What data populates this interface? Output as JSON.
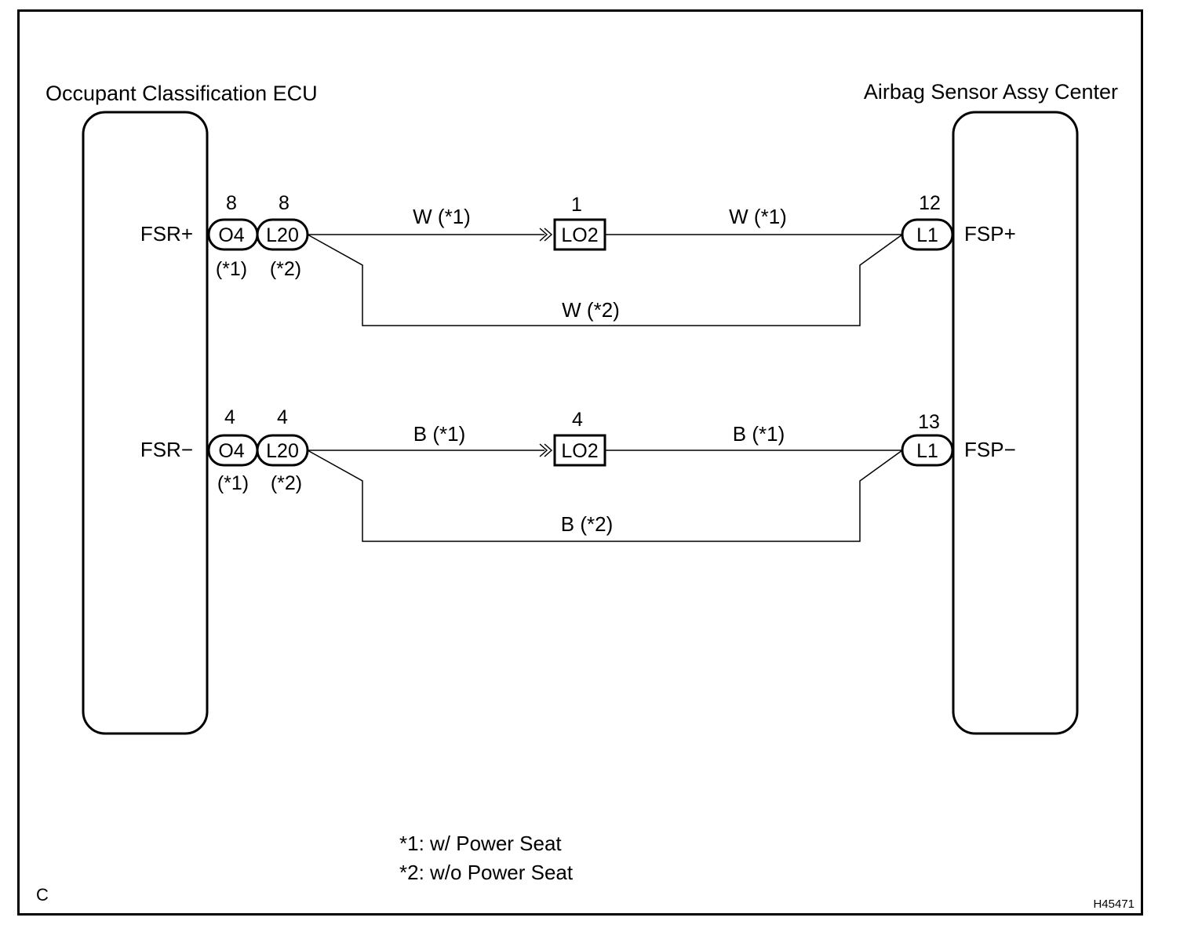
{
  "components": {
    "left": {
      "title": "Occupant Classification ECU"
    },
    "right": {
      "title": "Airbag Sensor Assy Center"
    }
  },
  "circuits": [
    {
      "id": "plus",
      "left_terminal": "FSR+",
      "right_terminal": "FSP+",
      "connectors": {
        "o4": {
          "name": "O4",
          "pin": "8",
          "note": "(*1)"
        },
        "l20": {
          "name": "L20",
          "pin": "8",
          "note": "(*2)"
        },
        "lo2": {
          "name": "LO2",
          "pin": "1"
        },
        "l1": {
          "name": "L1",
          "pin": "12"
        }
      },
      "wires": {
        "upper_left": "W (*1)",
        "upper_right": "W (*1)",
        "lower": "W (*2)"
      }
    },
    {
      "id": "minus",
      "left_terminal": "FSR−",
      "right_terminal": "FSP−",
      "connectors": {
        "o4": {
          "name": "O4",
          "pin": "4",
          "note": "(*1)"
        },
        "l20": {
          "name": "L20",
          "pin": "4",
          "note": "(*2)"
        },
        "lo2": {
          "name": "LO2",
          "pin": "4"
        },
        "l1": {
          "name": "L1",
          "pin": "13"
        }
      },
      "wires": {
        "upper_left": "B (*1)",
        "upper_right": "B (*1)",
        "lower": "B (*2)"
      }
    }
  ],
  "notes": [
    "*1: w/ Power Seat",
    "*2: w/o Power Seat"
  ],
  "corner_label": "C",
  "figure_id": "H45471"
}
